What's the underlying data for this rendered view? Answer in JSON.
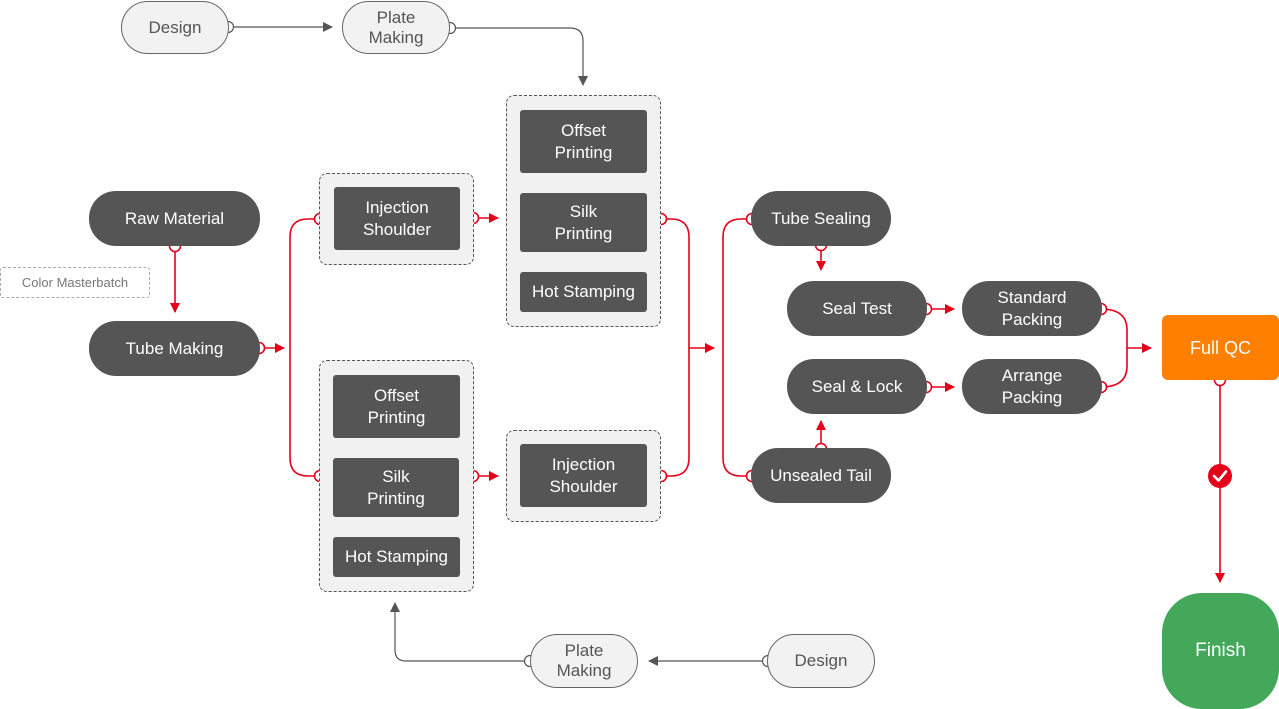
{
  "colors": {
    "node": "#555555",
    "group": "#f1f1f1",
    "connector": "#e5001a",
    "neutral_connector": "#555555",
    "qc": "#ff7f00",
    "finish": "#43a85a"
  },
  "prepress_top": {
    "design": "Design",
    "plate_making": "Plate\nMaking"
  },
  "prepress_bottom": {
    "plate_making": "Plate\nMaking",
    "design": "Design"
  },
  "materials": {
    "raw_material": "Raw Material",
    "color_masterbatch": "Color Masterbatch",
    "tube_making": "Tube Making"
  },
  "upper_route": {
    "injection_shoulder": "Injection\nShoulder",
    "offset_printing": "Offset\nPrinting",
    "silk_printing": "Silk\nPrinting",
    "hot_stamping": "Hot Stamping"
  },
  "lower_route": {
    "offset_printing": "Offset\nPrinting",
    "silk_printing": "Silk\nPrinting",
    "hot_stamping": "Hot Stamping",
    "injection_shoulder": "Injection\nShoulder"
  },
  "finishing": {
    "tube_sealing": "Tube Sealing",
    "seal_test": "Seal Test",
    "seal_lock": "Seal & Lock",
    "unsealed_tail": "Unsealed Tail",
    "standard_packing": "Standard\nPacking",
    "arrange_packing": "Arrange\nPacking"
  },
  "quality": {
    "full_qc": "Full QC",
    "passed_icon": "check-circle-icon",
    "finish": "Finish"
  }
}
